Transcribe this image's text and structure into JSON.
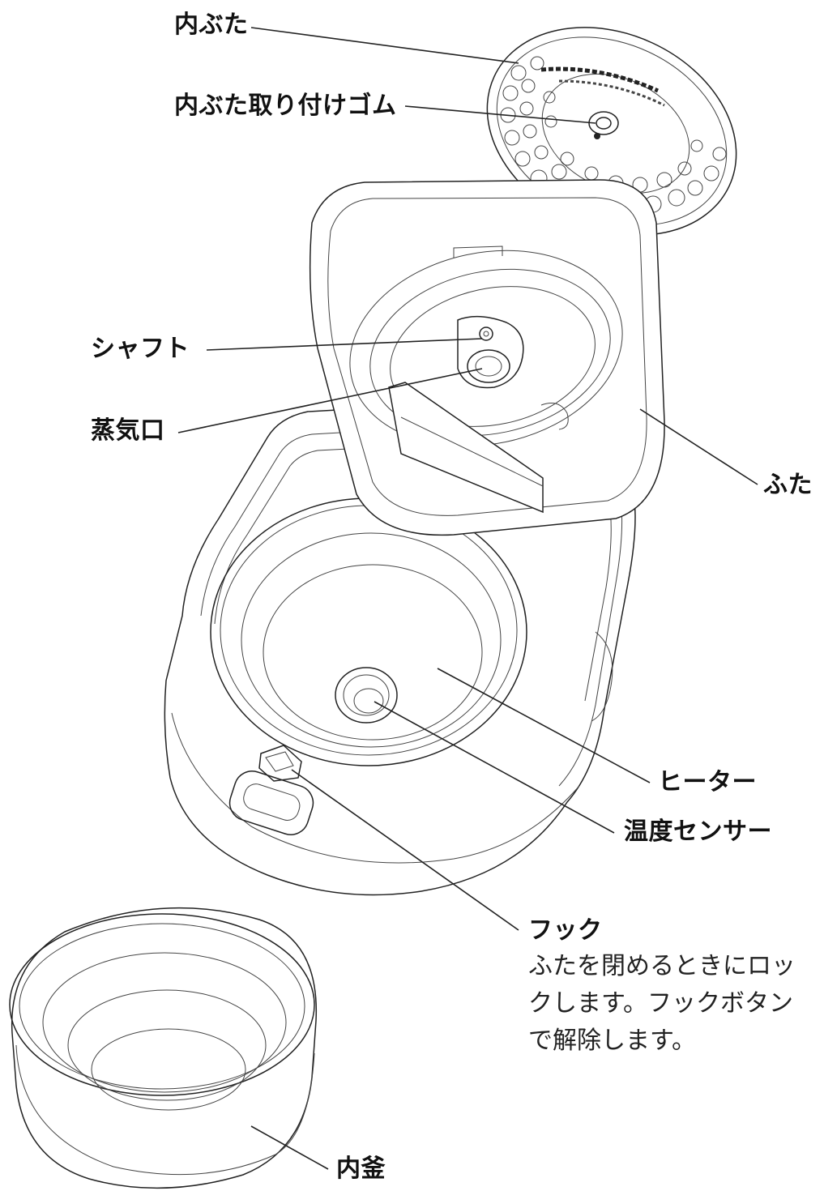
{
  "labels": {
    "inner_lid": "内ぶた",
    "inner_lid_gasket": "内ぶた取り付けゴム",
    "shaft": "シャフト",
    "steam_vent": "蒸気口",
    "lid": "ふた",
    "heater": "ヒーター",
    "temp_sensor": "温度センサー",
    "hook": "フック",
    "inner_pot": "内釜"
  },
  "hook_description": [
    "ふたを閉めるときにロッ",
    "クします。フックボタン",
    "で解除します。"
  ]
}
